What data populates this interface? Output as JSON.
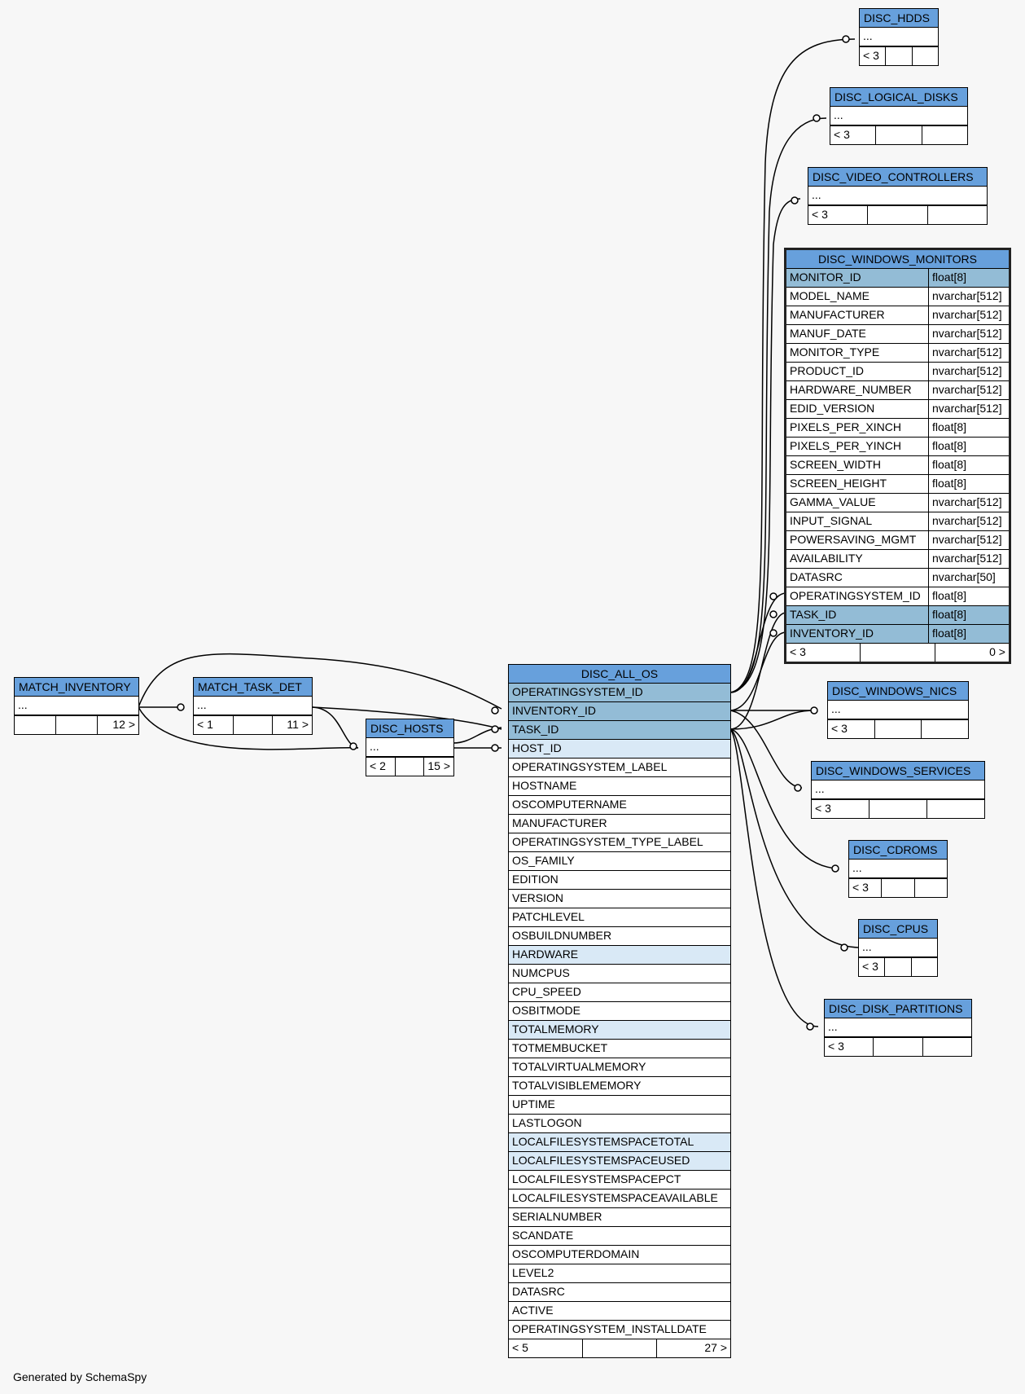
{
  "footer_text": "Generated by SchemaSpy",
  "ellipsis": "...",
  "tables": {
    "match_inventory": {
      "name": "MATCH_INVENTORY",
      "footer": [
        "",
        "",
        "12 >"
      ]
    },
    "match_task_det": {
      "name": "MATCH_TASK_DET",
      "footer": [
        "< 1",
        "",
        "11 >"
      ]
    },
    "disc_hosts": {
      "name": "DISC_HOSTS",
      "footer": [
        "< 2",
        "",
        "15 >"
      ]
    },
    "disc_hdds": {
      "name": "DISC_HDDS",
      "footer": [
        "< 3",
        "",
        ""
      ]
    },
    "disc_logical_disks": {
      "name": "DISC_LOGICAL_DISKS",
      "footer": [
        "< 3",
        "",
        ""
      ]
    },
    "disc_video_controllers": {
      "name": "DISC_VIDEO_CONTROLLERS",
      "footer": [
        "< 3",
        "",
        ""
      ]
    },
    "disc_windows_nics": {
      "name": "DISC_WINDOWS_NICS",
      "footer": [
        "< 3",
        "",
        ""
      ]
    },
    "disc_windows_services": {
      "name": "DISC_WINDOWS_SERVICES",
      "footer": [
        "< 3",
        "",
        ""
      ]
    },
    "disc_cdroms": {
      "name": "DISC_CDROMS",
      "footer": [
        "< 3",
        "",
        ""
      ]
    },
    "disc_cpus": {
      "name": "DISC_CPUS",
      "footer": [
        "< 3",
        "",
        ""
      ]
    },
    "disc_disk_partitions": {
      "name": "DISC_DISK_PARTITIONS",
      "footer": [
        "< 3",
        "",
        ""
      ]
    },
    "disc_windows_monitors": {
      "name": "DISC_WINDOWS_MONITORS",
      "columns": [
        {
          "name": "MONITOR_ID",
          "type": "float[8]",
          "kind": "pk"
        },
        {
          "name": "MODEL_NAME",
          "type": "nvarchar[512]",
          "kind": ""
        },
        {
          "name": "MANUFACTURER",
          "type": "nvarchar[512]",
          "kind": ""
        },
        {
          "name": "MANUF_DATE",
          "type": "nvarchar[512]",
          "kind": ""
        },
        {
          "name": "MONITOR_TYPE",
          "type": "nvarchar[512]",
          "kind": ""
        },
        {
          "name": "PRODUCT_ID",
          "type": "nvarchar[512]",
          "kind": ""
        },
        {
          "name": "HARDWARE_NUMBER",
          "type": "nvarchar[512]",
          "kind": ""
        },
        {
          "name": "EDID_VERSION",
          "type": "nvarchar[512]",
          "kind": ""
        },
        {
          "name": "PIXELS_PER_XINCH",
          "type": "float[8]",
          "kind": ""
        },
        {
          "name": "PIXELS_PER_YINCH",
          "type": "float[8]",
          "kind": ""
        },
        {
          "name": "SCREEN_WIDTH",
          "type": "float[8]",
          "kind": ""
        },
        {
          "name": "SCREEN_HEIGHT",
          "type": "float[8]",
          "kind": ""
        },
        {
          "name": "GAMMA_VALUE",
          "type": "nvarchar[512]",
          "kind": ""
        },
        {
          "name": "INPUT_SIGNAL",
          "type": "nvarchar[512]",
          "kind": ""
        },
        {
          "name": "POWERSAVING_MGMT",
          "type": "nvarchar[512]",
          "kind": ""
        },
        {
          "name": "AVAILABILITY",
          "type": "nvarchar[512]",
          "kind": ""
        },
        {
          "name": "DATASRC",
          "type": "nvarchar[50]",
          "kind": ""
        },
        {
          "name": "OPERATINGSYSTEM_ID",
          "type": "float[8]",
          "kind": ""
        },
        {
          "name": "TASK_ID",
          "type": "float[8]",
          "kind": "pk"
        },
        {
          "name": "INVENTORY_ID",
          "type": "float[8]",
          "kind": "pk"
        }
      ],
      "footer": [
        "< 3",
        "",
        "0 >"
      ]
    },
    "disc_all_os": {
      "name": "DISC_ALL_OS",
      "columns": [
        {
          "name": "OPERATINGSYSTEM_ID",
          "kind": "pk"
        },
        {
          "name": "INVENTORY_ID",
          "kind": "pk"
        },
        {
          "name": "TASK_ID",
          "kind": "pk"
        },
        {
          "name": "HOST_ID",
          "kind": "idx"
        },
        {
          "name": "OPERATINGSYSTEM_LABEL",
          "kind": ""
        },
        {
          "name": "HOSTNAME",
          "kind": ""
        },
        {
          "name": "OSCOMPUTERNAME",
          "kind": ""
        },
        {
          "name": "MANUFACTURER",
          "kind": ""
        },
        {
          "name": "OPERATINGSYSTEM_TYPE_LABEL",
          "kind": ""
        },
        {
          "name": "OS_FAMILY",
          "kind": ""
        },
        {
          "name": "EDITION",
          "kind": ""
        },
        {
          "name": "VERSION",
          "kind": ""
        },
        {
          "name": "PATCHLEVEL",
          "kind": ""
        },
        {
          "name": "OSBUILDNUMBER",
          "kind": ""
        },
        {
          "name": "HARDWARE",
          "kind": "idx"
        },
        {
          "name": "NUMCPUS",
          "kind": ""
        },
        {
          "name": "CPU_SPEED",
          "kind": ""
        },
        {
          "name": "OSBITMODE",
          "kind": ""
        },
        {
          "name": "TOTALMEMORY",
          "kind": "idx"
        },
        {
          "name": "TOTMEMBUCKET",
          "kind": ""
        },
        {
          "name": "TOTALVIRTUALMEMORY",
          "kind": ""
        },
        {
          "name": "TOTALVISIBLEMEMORY",
          "kind": ""
        },
        {
          "name": "UPTIME",
          "kind": ""
        },
        {
          "name": "LASTLOGON",
          "kind": ""
        },
        {
          "name": "LOCALFILESYSTEMSPACETOTAL",
          "kind": "idx"
        },
        {
          "name": "LOCALFILESYSTEMSPACEUSED",
          "kind": "idx"
        },
        {
          "name": "LOCALFILESYSTEMSPACEPCT",
          "kind": ""
        },
        {
          "name": "LOCALFILESYSTEMSPACEAVAILABLE",
          "kind": ""
        },
        {
          "name": "SERIALNUMBER",
          "kind": ""
        },
        {
          "name": "SCANDATE",
          "kind": ""
        },
        {
          "name": "OSCOMPUTERDOMAIN",
          "kind": ""
        },
        {
          "name": "LEVEL2",
          "kind": ""
        },
        {
          "name": "DATASRC",
          "kind": ""
        },
        {
          "name": "ACTIVE",
          "kind": ""
        },
        {
          "name": "OPERATINGSYSTEM_INSTALLDATE",
          "kind": ""
        }
      ],
      "footer": [
        "< 5",
        "",
        "27 >"
      ]
    }
  }
}
